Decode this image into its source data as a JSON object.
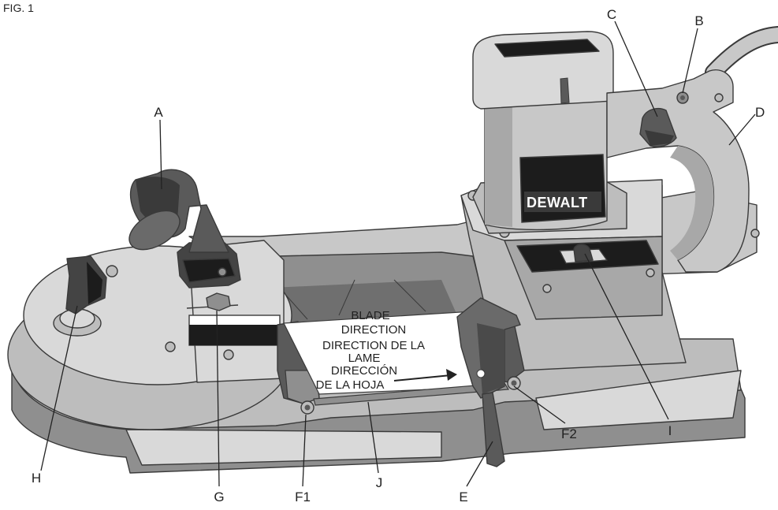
{
  "figure_title": "FIG. 1",
  "brand_logo": "DEWALT",
  "blade_direction_text": [
    "BLADE",
    "DIRECTION",
    "DIRECTION DE LA",
    "LAME",
    "DIRECCIÓN",
    "DE LA HOJA"
  ],
  "callouts": {
    "A": "A",
    "B": "B",
    "C": "C",
    "D": "D",
    "E": "E",
    "F1": "F1",
    "F2": "F2",
    "G": "G",
    "H": "H",
    "I": "I",
    "J": "J"
  },
  "colors": {
    "body_light": "#d9d9d9",
    "body_mid": "#bdbdbd",
    "body_dark": "#8f8f8f",
    "black": "#1c1c1c",
    "outline": "#3a3a3a"
  }
}
